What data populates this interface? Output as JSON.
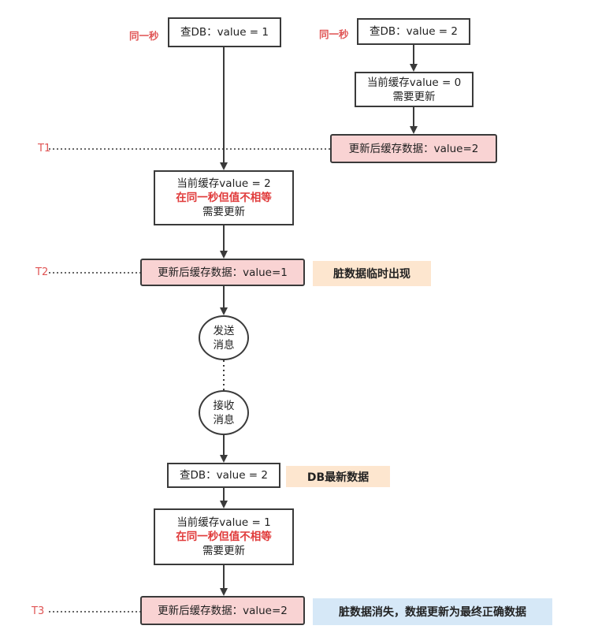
{
  "left_flow": {
    "tag": "同一秒",
    "query1": "查DB：value = 1",
    "check1": {
      "line1": "当前缓存value = 2",
      "line2": "在同一秒但值不相等",
      "line3": "需要更新"
    },
    "update1": "更新后缓存数据：value=1",
    "send": {
      "line1": "发送",
      "line2": "消息"
    },
    "receive": {
      "line1": "接收",
      "line2": "消息"
    },
    "query2": "查DB：value = 2",
    "check2": {
      "line1": "当前缓存value = 1",
      "line2": "在同一秒但值不相等",
      "line3": "需要更新"
    },
    "update2": "更新后缓存数据：value=2"
  },
  "right_flow": {
    "tag": "同一秒",
    "query": "查DB：value = 2",
    "check": {
      "line1": "当前缓存value = 0",
      "line2": "需要更新"
    },
    "update": "更新后缓存数据：value=2"
  },
  "timeline": {
    "t1": "T1",
    "t2": "T2",
    "t3": "T3"
  },
  "notes": {
    "dirty_appears": "脏数据临时出现",
    "db_latest": "DB最新数据",
    "dirty_gone": "脏数据消失，数据更新为最终正确数据"
  },
  "colors": {
    "highlight": "#f9d3d3",
    "warning": "#fde6cf",
    "info": "#d6e8f7",
    "accent": "#e03a3a"
  }
}
